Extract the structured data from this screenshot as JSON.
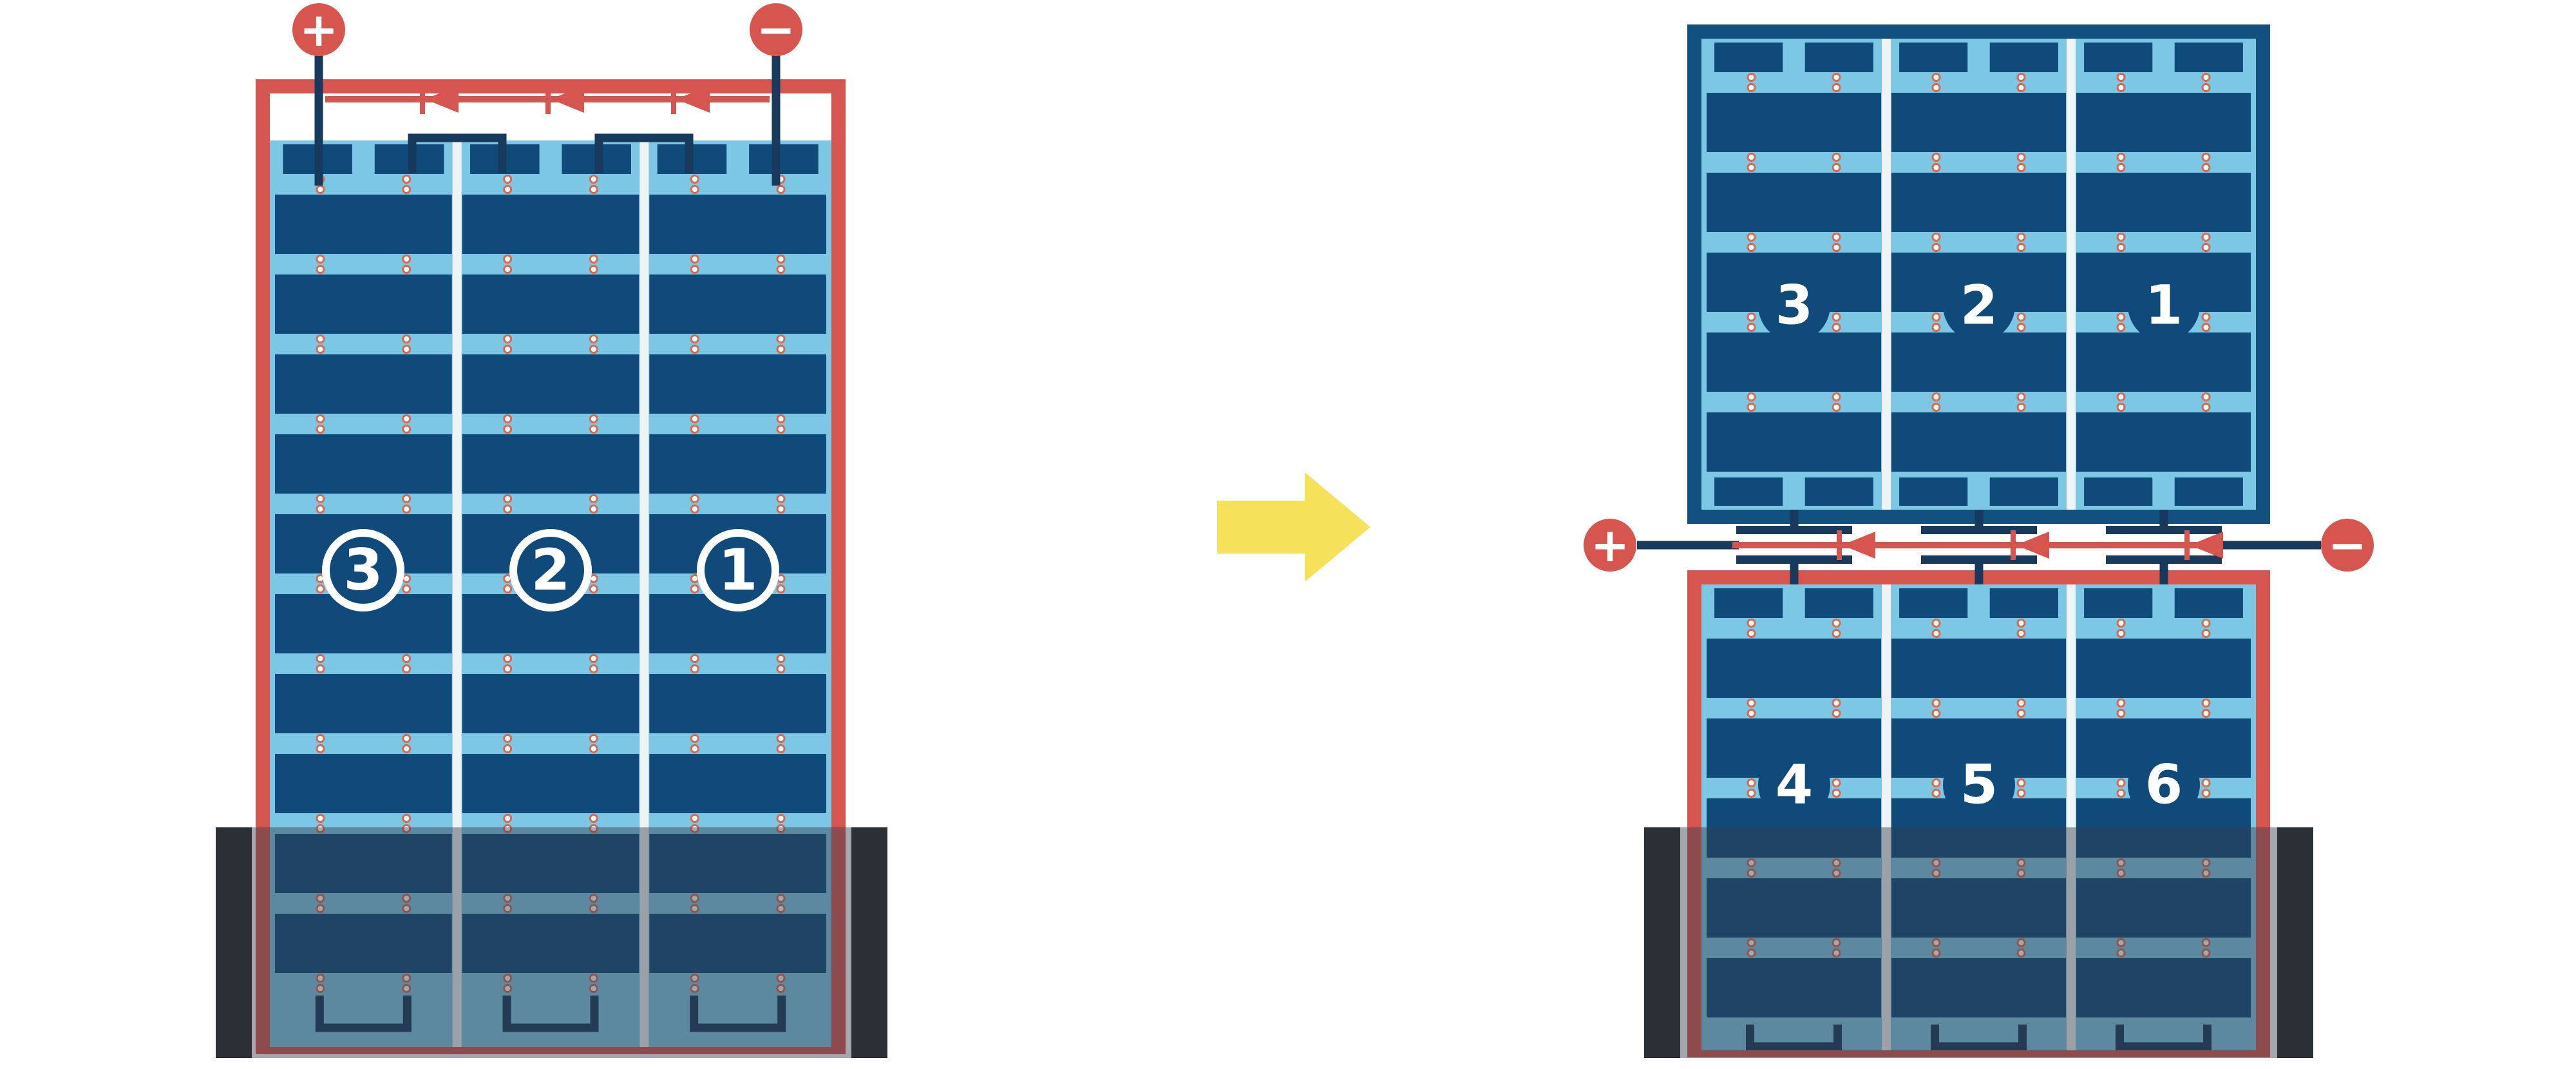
{
  "figure": {
    "left_module": {
      "terminals": {
        "positive": "+",
        "negative": "−"
      },
      "strings": [
        {
          "label": "3"
        },
        {
          "label": "2"
        },
        {
          "label": "1"
        }
      ]
    },
    "right_top_module": {
      "strings": [
        {
          "label": "3"
        },
        {
          "label": "2"
        },
        {
          "label": "1"
        }
      ]
    },
    "right_bottom_module": {
      "strings": [
        {
          "label": "4"
        },
        {
          "label": "5"
        },
        {
          "label": "6"
        }
      ]
    },
    "junction": {
      "terminals": {
        "positive": "+",
        "negative": "−"
      }
    }
  },
  "colors": {
    "white": "#ffffff",
    "panel_red": "#d6564f",
    "frame_blue": "#11507f",
    "cell_blue": "#104a7b",
    "light_blue": "#7cc7e3",
    "wire_navy": "#16395c",
    "bus_red": "#d6564f",
    "arrow_yellow": "#f6e15a",
    "shade_overlay": "rgba(54,63,75,0.45)",
    "clamp_dark": "#2b3036",
    "separator": "#eef3f5",
    "dot_fill": "#ffffff",
    "dot_ring": "#d96a4f"
  }
}
